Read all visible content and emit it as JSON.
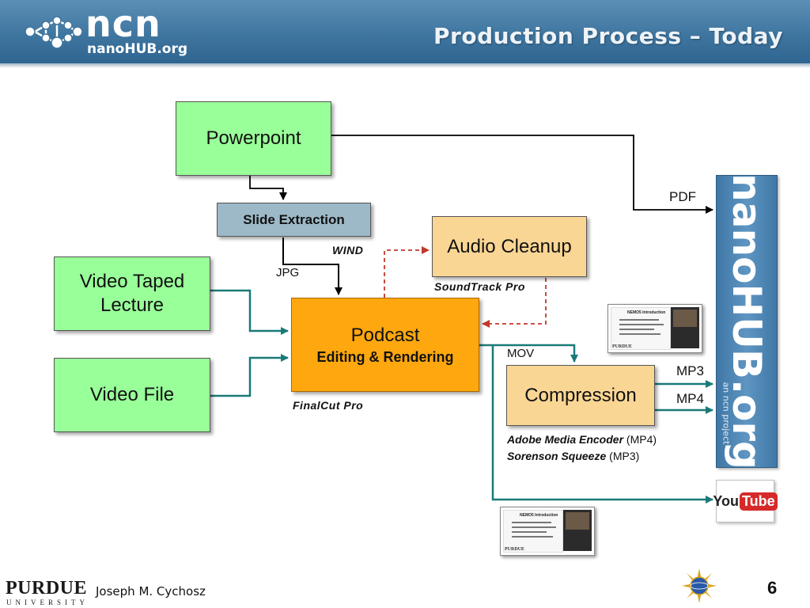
{
  "header": {
    "logo_text": "ncn",
    "logo_subtext": "nanoHUB.org",
    "title": "Production Process – Today"
  },
  "diagram": {
    "nodes": {
      "powerpoint": "Powerpoint",
      "slide_extraction": "Slide Extraction",
      "video_taped_lecture": "Video Taped Lecture",
      "video_file": "Video File",
      "audio_cleanup": "Audio Cleanup",
      "podcast_title": "Podcast",
      "podcast_subtitle": "Editing & Rendering",
      "compression": "Compression"
    },
    "edge_labels": {
      "pdf": "PDF",
      "wind": "WIND",
      "jpg": "JPG",
      "mov": "MOV",
      "mp3": "MP3",
      "mp4": "MP4"
    },
    "tools": {
      "soundtrack": "SoundTrack Pro",
      "finalcut": "FinalCut Pro",
      "adobe": "Adobe Media Encoder",
      "adobe_format": "(MP4)",
      "sorenson": "Sorenson Squeeze",
      "sorenson_format": "(MP3)"
    },
    "nanohub_banner": {
      "text": "nanoHUB.org",
      "subtext": "an ncn project"
    },
    "youtube": {
      "you": "You",
      "tube": "Tube"
    },
    "thumbnail": {
      "title": "NEMO5 Introduction",
      "brand": "PURDUE"
    },
    "colors": {
      "black_arrow": "#000000",
      "teal_arrow": "#1a7a78",
      "dashed_arrow": "#c0392b"
    }
  },
  "footer": {
    "institution": "PURDUE",
    "institution_sub": "UNIVERSITY",
    "author": "Joseph M. Cychosz",
    "page_number": "6"
  }
}
